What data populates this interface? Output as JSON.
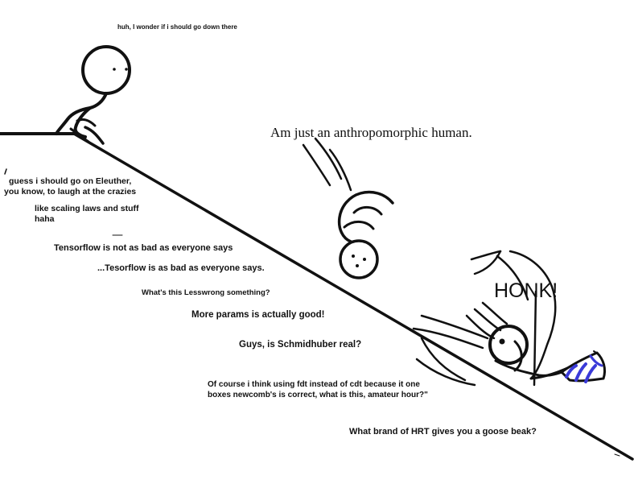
{
  "comic": {
    "top_caption": "huh, I wonder if i should go down there",
    "anthro": "Am just an anthropomorphic human.",
    "honk": "HONK!",
    "slope": [
      {
        "lines": [
          "guess i should go on Eleuther,",
          "you know, to laugh at the crazies"
        ]
      },
      {
        "lines": [
          "like scaling laws and stuff",
          "haha"
        ]
      },
      {
        "lines": [
          "Tensorflow is not as bad as everyone says"
        ]
      },
      {
        "lines": [
          "...Tesorflow is as bad as everyone says."
        ]
      },
      {
        "lines": [
          "What's this Lesswrong something?"
        ]
      },
      {
        "lines": [
          "More params is actually good!"
        ]
      },
      {
        "lines": [
          "Guys, is Schmidhuber real?"
        ]
      },
      {
        "lines": [
          "Of course i think using fdt instead of cdt because it one",
          "boxes newcomb's is correct, what is this, amateur hour?\""
        ]
      },
      {
        "lines": [
          "What brand of HRT gives you a goose beak?"
        ]
      }
    ]
  },
  "colors": {
    "ink": "#111111",
    "scarf": "#3a3ad8",
    "paper": "#ffffff"
  }
}
